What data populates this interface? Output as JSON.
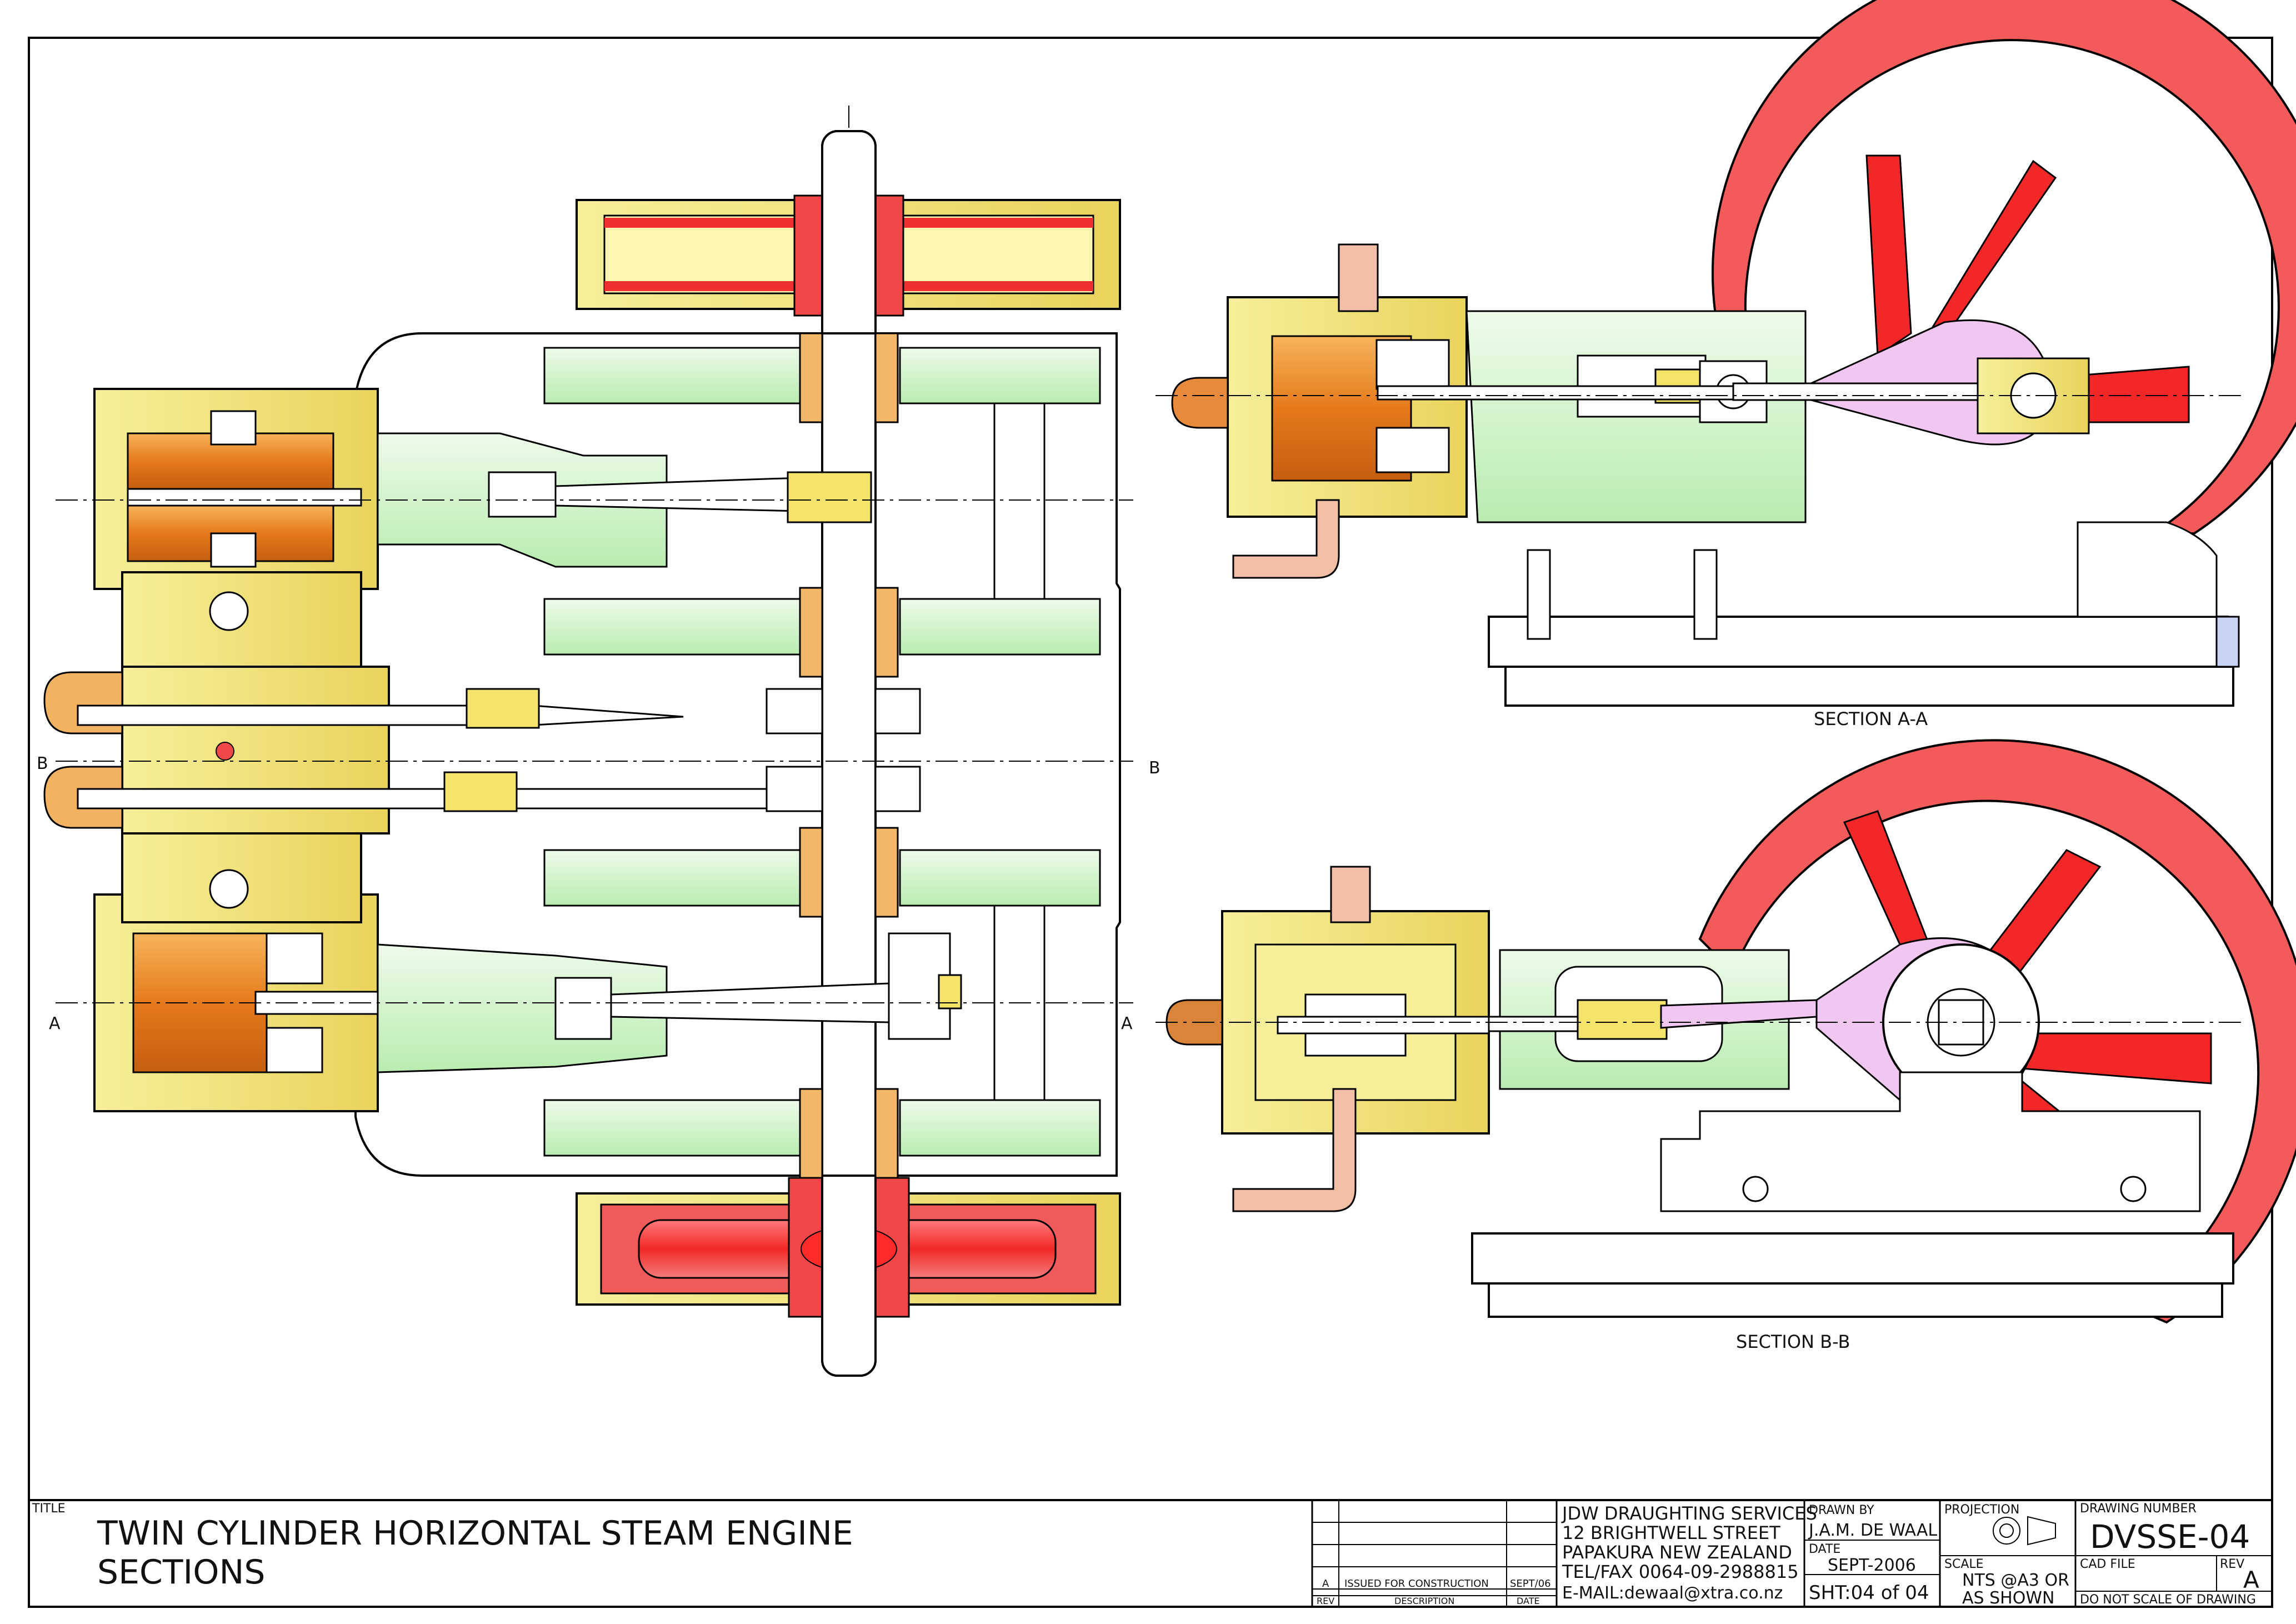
{
  "drawing": {
    "sections": {
      "a_label": "SECTION A-A",
      "b_label": "SECTION B-B",
      "marker_a": "A",
      "marker_b": "B"
    }
  },
  "title_block": {
    "title_caption": "TITLE",
    "title_line1": "TWIN CYLINDER HORIZONTAL STEAM ENGINE",
    "title_line2": "SECTIONS",
    "revision_table": {
      "rows": [
        {
          "rev": "A",
          "description": "ISSUED FOR CONSTRUCTION",
          "date": "SEPT/06"
        }
      ],
      "headers": {
        "rev": "REV",
        "description": "DESCRIPTION",
        "date": "DATE"
      }
    },
    "company": {
      "line1": "JDW DRAUGHTING SERVICES",
      "line2": "12 BRIGHTWELL STREET",
      "line3": "PAPAKURA NEW ZEALAND",
      "line4": "TEL/FAX 0064-09-2988815",
      "line5": "E-MAIL:dewaal@xtra.co.nz"
    },
    "drawn_by_caption": "DRAWN BY",
    "drawn_by": "J.A.M. DE WAAL",
    "date_caption": "DATE",
    "date": "SEPT-2006",
    "sheet": "SHT:04 of 04",
    "projection_caption": "PROJECTION",
    "scale_caption": "SCALE",
    "scale_line1": "NTS @A3 OR",
    "scale_line2": "AS SHOWN",
    "drawing_number_caption": "DRAWING NUMBER",
    "drawing_number": "DVSSE-04",
    "cad_file_caption": "CAD FILE",
    "rev_caption": "REV",
    "rev": "A",
    "note": "DO NOT SCALE OF DRAWING"
  },
  "colors": {
    "yellow": "#f4ec88",
    "yellow_dark": "#e0c94a",
    "orange": "#e8862a",
    "red": "#f04848",
    "green": "#d2f2c8",
    "pink": "#f1c6f1",
    "tan": "#f0b66a",
    "copper": "#f3b9a0",
    "blue": "#c8d4f4"
  }
}
